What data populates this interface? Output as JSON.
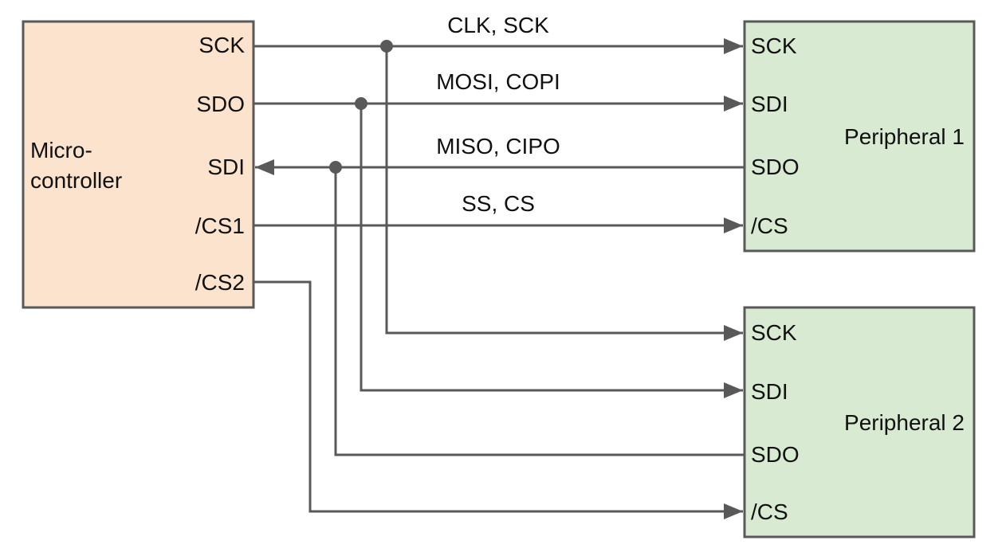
{
  "colors": {
    "microcontroller_fill": "#fbe3cd",
    "peripheral_fill": "#d9ead3",
    "wire": "#595959",
    "text": "#111111"
  },
  "microcontroller": {
    "title_line1": "Micro-",
    "title_line2": "controller",
    "pins": [
      "SCK",
      "SDO",
      "SDI",
      "/CS1",
      "/CS2"
    ]
  },
  "peripheral1": {
    "title": "Peripheral 1",
    "pins": [
      "SCK",
      "SDI",
      "SDO",
      "/CS"
    ]
  },
  "peripheral2": {
    "title": "Peripheral 2",
    "pins": [
      "SCK",
      "SDI",
      "SDO",
      "/CS"
    ]
  },
  "signal_names": {
    "clock": "CLK, SCK",
    "mosi": "MOSI, COPI",
    "miso": "MISO, CIPO",
    "select": "SS, CS"
  }
}
